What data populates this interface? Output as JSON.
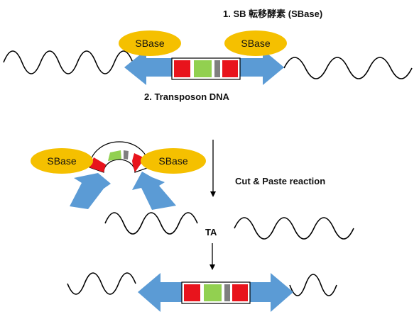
{
  "labels": {
    "step1": "1. SB 転移酵素 (SBase)",
    "step2": "2. Transposon DNA",
    "reaction": "Cut & Paste reaction",
    "ta": "TA"
  },
  "enzyme": {
    "label": "SBase",
    "color": "#f5c000"
  },
  "arrow_color": "#5b9bd5",
  "segment_colors": [
    "#e8141c",
    "#92d050",
    "#7f7f7f",
    "#e8141c"
  ]
}
